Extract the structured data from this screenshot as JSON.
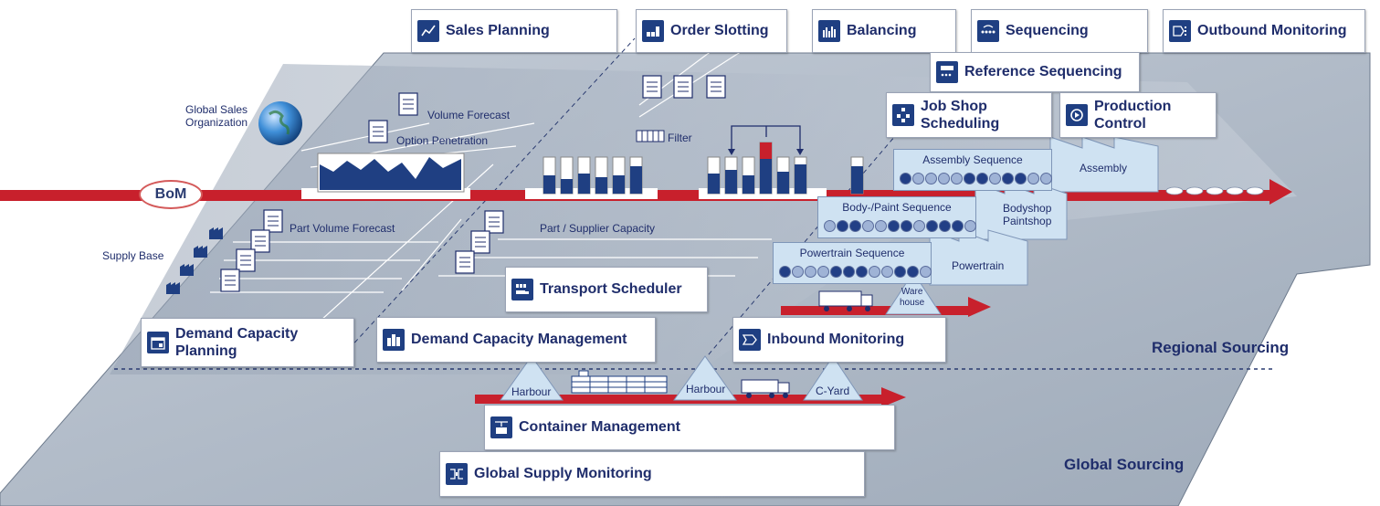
{
  "top_modules": {
    "sales_planning": "Sales Planning",
    "order_slotting": "Order Slotting",
    "balancing": "Balancing",
    "sequencing": "Sequencing",
    "outbound_monitoring": "Outbound Monitoring",
    "reference_sequencing": "Reference Sequencing",
    "job_shop_line1": "Job Shop",
    "job_shop_line2": "Scheduling",
    "production_control_line1": "Production",
    "production_control_line2": "Control"
  },
  "lower_modules": {
    "demand_capacity_planning_line1": "Demand Capacity",
    "demand_capacity_planning_line2": "Planning",
    "demand_capacity_management": "Demand Capacity Management",
    "transport_scheduler": "Transport Scheduler",
    "inbound_monitoring": "Inbound Monitoring",
    "container_management": "Container Management",
    "global_supply_monitoring": "Global Supply Monitoring"
  },
  "labels": {
    "global_sales_org_line1": "Global Sales",
    "global_sales_org_line2": "Organization",
    "volume_forecast": "Volume Forecast",
    "option_penetration": "Option Penetration",
    "filter": "Filter",
    "bom": "BoM",
    "supply_base": "Supply Base",
    "part_volume_forecast": "Part Volume Forecast",
    "part_supplier_capacity": "Part / Supplier Capacity",
    "assembly_sequence": "Assembly Sequence",
    "assembly": "Assembly",
    "body_paint_sequence": "Body-/Paint Sequence",
    "bodyshop_line1": "Bodyshop",
    "bodyshop_line2": "Paintshop",
    "powertrain_sequence": "Powertrain Sequence",
    "powertrain": "Powertrain",
    "warehouse_line1": "Ware",
    "warehouse_line2": "house",
    "harbour_1": "Harbour",
    "harbour_2": "Harbour",
    "c_yard": "C-Yard",
    "regional_sourcing": "Regional Sourcing",
    "global_sourcing": "Global Sourcing"
  },
  "colors": {
    "navy": "#1f3f82",
    "red_flow": "#c8202c",
    "plane": "#b5bfcc",
    "light_blue": "#cfe2f2"
  },
  "icons": [
    "sales-chart-icon",
    "order-slotting-icon",
    "balancing-icon",
    "sequencing-icon",
    "outbound-monitoring-icon",
    "reference-sequencing-icon",
    "job-shop-icon",
    "production-control-icon",
    "calendar-icon",
    "bar-chart-icon",
    "truck-scheduler-icon",
    "inbound-monitoring-icon",
    "container-icon",
    "supply-monitoring-icon",
    "globe-icon",
    "factory-icon",
    "document-icon"
  ]
}
